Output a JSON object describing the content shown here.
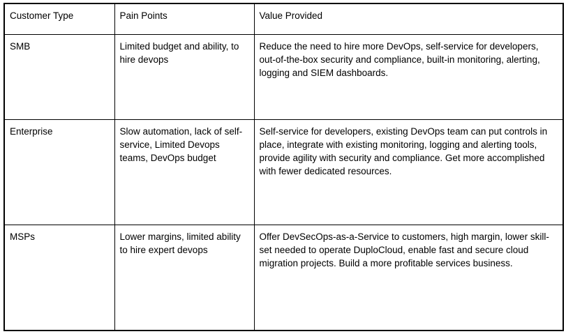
{
  "table": {
    "columns": [
      "Customer Type",
      "Pain Points",
      "Value Provided"
    ],
    "rows": [
      {
        "customer_type": "SMB",
        "pain_points": "Limited budget and ability, to hire devops",
        "value_provided": "Reduce the need to hire more DevOps, self-service for developers, out-of-the-box security and compliance, built-in monitoring, alerting, logging and SIEM dashboards."
      },
      {
        "customer_type": "Enterprise",
        "pain_points": "Slow automation, lack of self-service, Limited Devops teams, DevOps budget",
        "value_provided": "Self-service for developers, existing DevOps team can put controls in place, integrate with existing monitoring, logging and alerting tools, provide agility with security and compliance. Get more accomplished with fewer dedicated resources."
      },
      {
        "customer_type": "MSPs",
        "pain_points": "Lower margins, limited ability to hire expert devops",
        "value_provided": "Offer DevSecOps-as-a-Service to customers, high margin, lower skill-set needed to operate DuploCloud, enable fast and secure cloud migration projects. Build a more profitable services business."
      }
    ],
    "colors": {
      "border": "#000000",
      "text": "#000000",
      "background": "#ffffff"
    }
  }
}
